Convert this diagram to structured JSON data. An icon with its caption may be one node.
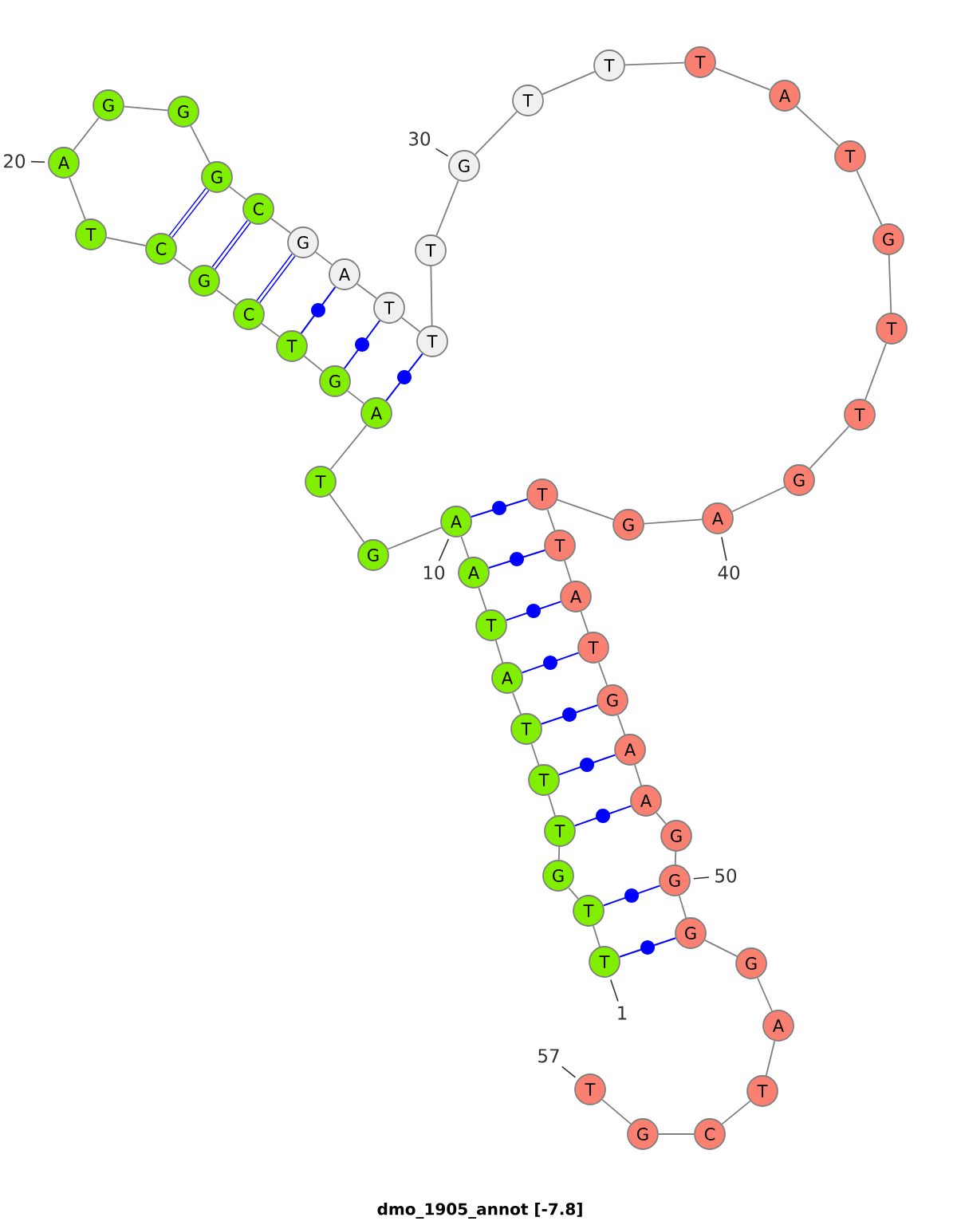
{
  "diagram": {
    "caption": "dmo_1905_annot [-7.8]",
    "nodes": [
      {
        "text": [
          "T"
        ]
      },
      {
        "text": [
          "T"
        ]
      },
      {
        "text": [
          "G"
        ]
      },
      {
        "text": [
          "T"
        ]
      },
      {
        "text": [
          "T"
        ]
      },
      {
        "text": [
          "T"
        ]
      },
      {
        "text": [
          "A"
        ]
      },
      {
        "text": [
          "T"
        ]
      },
      {
        "text": [
          "A"
        ]
      },
      {
        "text": [
          "A"
        ]
      },
      {
        "text": [
          "G"
        ]
      },
      {
        "text": [
          "T"
        ]
      },
      {
        "text": [
          "A"
        ]
      },
      {
        "text": [
          "G"
        ]
      },
      {
        "text": [
          "T"
        ]
      },
      {
        "text": [
          "C"
        ]
      },
      {
        "text": [
          "G"
        ]
      },
      {
        "text": [
          "C"
        ]
      },
      {
        "text": [
          "T"
        ]
      },
      {
        "text": [
          "A"
        ]
      },
      {
        "text": [
          "G"
        ]
      },
      {
        "text": [
          "G"
        ]
      },
      {
        "text": [
          "G"
        ]
      },
      {
        "text": [
          "C"
        ]
      },
      {
        "text": [
          "G"
        ]
      },
      {
        "text": [
          "A"
        ]
      },
      {
        "text": [
          "T"
        ]
      },
      {
        "text": [
          "T"
        ]
      },
      {
        "text": [
          "T"
        ]
      },
      {
        "text": [
          "G"
        ]
      },
      {
        "text": [
          "T"
        ]
      },
      {
        "text": [
          "T"
        ]
      },
      {
        "text": [
          "T"
        ]
      },
      {
        "text": [
          "A"
        ]
      },
      {
        "text": [
          "T"
        ]
      },
      {
        "text": [
          "G"
        ]
      },
      {
        "text": [
          "T"
        ]
      },
      {
        "text": [
          "T"
        ]
      },
      {
        "text": [
          "G"
        ]
      },
      {
        "text": [
          "A"
        ]
      },
      {
        "text": [
          "G"
        ]
      },
      {
        "text": [
          "T"
        ]
      },
      {
        "text": [
          "T"
        ]
      },
      {
        "text": [
          "A"
        ]
      },
      {
        "text": [
          "T"
        ]
      },
      {
        "text": [
          "G"
        ]
      },
      {
        "text": [
          "A"
        ]
      },
      {
        "text": [
          "A"
        ]
      },
      {
        "text": [
          "G"
        ]
      },
      {
        "text": [
          "G"
        ]
      },
      {
        "text": [
          "G"
        ]
      },
      {
        "text": [
          "G"
        ]
      },
      {
        "text": [
          "A"
        ]
      },
      {
        "text": [
          "T"
        ]
      },
      {
        "text": [
          "C"
        ]
      },
      {
        "text": [
          "G"
        ]
      },
      {
        "text": [
          "T"
        ]
      },
      {
        "text": [
          "1"
        ]
      },
      {
        "text": [
          "10"
        ]
      },
      {
        "text": [
          "20"
        ]
      },
      {
        "text": [
          "30"
        ]
      },
      {
        "text": [
          "40"
        ]
      },
      {
        "text": [
          "50"
        ]
      },
      {
        "text": [
          "57"
        ]
      }
    ],
    "edges": [
      {
        "from": 0,
        "to": 1,
        "arrow": "none"
      },
      {
        "from": 1,
        "to": 2,
        "arrow": "none"
      },
      {
        "from": 2,
        "to": 3,
        "arrow": "none"
      },
      {
        "from": 3,
        "to": 4,
        "arrow": "none"
      },
      {
        "from": 4,
        "to": 5,
        "arrow": "none"
      },
      {
        "from": 5,
        "to": 6,
        "arrow": "none"
      },
      {
        "from": 6,
        "to": 7,
        "arrow": "none"
      },
      {
        "from": 7,
        "to": 8,
        "arrow": "none"
      },
      {
        "from": 8,
        "to": 9,
        "arrow": "none"
      },
      {
        "from": 9,
        "to": 10,
        "arrow": "none"
      },
      {
        "from": 10,
        "to": 11,
        "arrow": "none"
      },
      {
        "from": 11,
        "to": 12,
        "arrow": "none"
      },
      {
        "from": 12,
        "to": 13,
        "arrow": "none"
      },
      {
        "from": 13,
        "to": 14,
        "arrow": "none"
      },
      {
        "from": 14,
        "to": 15,
        "arrow": "none"
      },
      {
        "from": 15,
        "to": 16,
        "arrow": "none"
      },
      {
        "from": 16,
        "to": 17,
        "arrow": "none"
      },
      {
        "from": 17,
        "to": 18,
        "arrow": "none"
      },
      {
        "from": 18,
        "to": 19,
        "arrow": "none"
      },
      {
        "from": 19,
        "to": 20,
        "arrow": "none"
      },
      {
        "from": 20,
        "to": 21,
        "arrow": "none"
      },
      {
        "from": 21,
        "to": 22,
        "arrow": "none"
      },
      {
        "from": 22,
        "to": 23,
        "arrow": "none"
      },
      {
        "from": 23,
        "to": 24,
        "arrow": "none"
      },
      {
        "from": 24,
        "to": 25,
        "arrow": "none"
      },
      {
        "from": 25,
        "to": 26,
        "arrow": "none"
      },
      {
        "from": 26,
        "to": 27,
        "arrow": "none"
      },
      {
        "from": 27,
        "to": 28,
        "arrow": "none"
      },
      {
        "from": 28,
        "to": 29,
        "arrow": "none"
      },
      {
        "from": 29,
        "to": 30,
        "arrow": "none"
      },
      {
        "from": 30,
        "to": 31,
        "arrow": "none"
      },
      {
        "from": 31,
        "to": 32,
        "arrow": "none"
      },
      {
        "from": 32,
        "to": 33,
        "arrow": "none"
      },
      {
        "from": 33,
        "to": 34,
        "arrow": "none"
      },
      {
        "from": 34,
        "to": 35,
        "arrow": "none"
      },
      {
        "from": 35,
        "to": 36,
        "arrow": "none"
      },
      {
        "from": 36,
        "to": 37,
        "arrow": "none"
      },
      {
        "from": 37,
        "to": 38,
        "arrow": "none"
      },
      {
        "from": 38,
        "to": 39,
        "arrow": "none"
      },
      {
        "from": 39,
        "to": 40,
        "arrow": "none"
      },
      {
        "from": 40,
        "to": 41,
        "arrow": "none"
      },
      {
        "from": 41,
        "to": 42,
        "arrow": "none"
      },
      {
        "from": 42,
        "to": 43,
        "arrow": "none"
      },
      {
        "from": 43,
        "to": 44,
        "arrow": "none"
      },
      {
        "from": 44,
        "to": 45,
        "arrow": "none"
      },
      {
        "from": 45,
        "to": 46,
        "arrow": "none"
      },
      {
        "from": 46,
        "to": 47,
        "arrow": "none"
      },
      {
        "from": 47,
        "to": 48,
        "arrow": "none"
      },
      {
        "from": 48,
        "to": 49,
        "arrow": "none"
      },
      {
        "from": 49,
        "to": 50,
        "arrow": "none"
      },
      {
        "from": 50,
        "to": 51,
        "arrow": "none"
      },
      {
        "from": 51,
        "to": 52,
        "arrow": "none"
      },
      {
        "from": 52,
        "to": 53,
        "arrow": "none"
      },
      {
        "from": 53,
        "to": 54,
        "arrow": "none"
      },
      {
        "from": 54,
        "to": 55,
        "arrow": "none"
      },
      {
        "from": 55,
        "to": 56,
        "arrow": "none"
      },
      {
        "from": 9,
        "to": 41,
        "arrow": "none",
        "color": "#0000ff"
      },
      {
        "from": 8,
        "to": 42,
        "arrow": "none",
        "color": "#0000ff"
      },
      {
        "from": 7,
        "to": 43,
        "arrow": "none",
        "color": "#0000ff"
      },
      {
        "from": 6,
        "to": 44,
        "arrow": "none",
        "color": "#0000ff"
      },
      {
        "from": 5,
        "to": 45,
        "arrow": "none",
        "color": "#0000ff"
      },
      {
        "from": 4,
        "to": 46,
        "arrow": "none",
        "color": "#0000ff"
      },
      {
        "from": 3,
        "to": 47,
        "arrow": "none",
        "color": "#0000ff"
      },
      {
        "from": 1,
        "to": 49,
        "arrow": "none",
        "color": "#0000ff"
      },
      {
        "from": 0,
        "to": 50,
        "arrow": "none",
        "color": "#0000ff"
      },
      {
        "from": 12,
        "to": 27,
        "arrow": "none",
        "color": "#0000ff"
      },
      {
        "from": 13,
        "to": 26,
        "arrow": "none",
        "color": "#0000ff"
      },
      {
        "from": 14,
        "to": 25,
        "arrow": "none",
        "color": "#0000ff"
      },
      {
        "from": 15,
        "to": 24,
        "arrow": "none",
        "color": "#0000ff",
        "style": "thick"
      },
      {
        "from": 16,
        "to": 23,
        "arrow": "none",
        "color": "#0000ff",
        "style": "thick"
      },
      {
        "from": 17,
        "to": 22,
        "arrow": "none",
        "color": "#0000ff",
        "style": "thick"
      },
      {
        "from": 57,
        "to": 0,
        "arrow": "none"
      },
      {
        "from": 58,
        "to": 9,
        "arrow": "none"
      },
      {
        "from": 59,
        "to": 19,
        "arrow": "none"
      },
      {
        "from": 60,
        "to": 29,
        "arrow": "none"
      },
      {
        "from": 61,
        "to": 39,
        "arrow": "none"
      },
      {
        "from": 62,
        "to": 49,
        "arrow": "none"
      },
      {
        "from": 63,
        "to": 56,
        "arrow": "none"
      }
    ]
  }
}
